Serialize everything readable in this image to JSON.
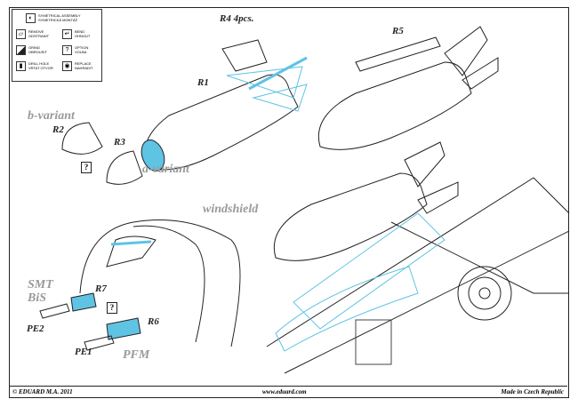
{
  "legend": {
    "symmetrical": "SYMETRICAL ASSEMBLY SYMETRICKÁ MONTÁŽ",
    "remove": "REMOVE ODSTRANIT",
    "bend": "BEND OHNOUT",
    "grind": "GRIND OBROUSIT",
    "option": "OPTION VOLBA",
    "option_icon": "?",
    "drill": "DRILL HOLE VRTAT OTVOR",
    "replace": "REPLACE NAHRADIT"
  },
  "labels": {
    "r4": "R4  4pcs.",
    "r5": "R5",
    "r1": "R1",
    "b_variant": "b-variant",
    "r2": "R2",
    "r3": "R3",
    "a_variant": "a-variant",
    "windshield": "windshield",
    "smt": "SMT",
    "bis": "BiS",
    "r7": "R7",
    "r6": "R6",
    "pe2": "PE2",
    "pe1": "PE1",
    "pfm": "PFM",
    "option_mark": "?"
  },
  "footer": {
    "copyright": "© EDUARD  M.A. 2011",
    "url": "www.eduard.com",
    "made_in": "Made in Czech Republic"
  },
  "colors": {
    "part_blue": "#5fc3e4",
    "line": "#222222"
  }
}
